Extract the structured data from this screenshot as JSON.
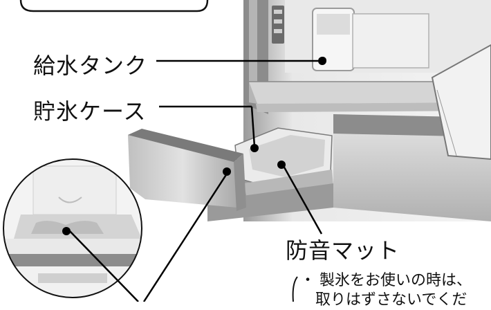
{
  "labels": {
    "water_tank": "給水タンク",
    "ice_case": "貯氷ケース",
    "soundproof_mat": "防音マット"
  },
  "note": {
    "bullet": "・",
    "line1": "製氷をお使いの時は、",
    "line2": "取りはずさないでくだ"
  },
  "colors": {
    "fridge_interior": "#d9d9d9",
    "drawer_gray": "#8a8a8a",
    "line": "#000000"
  }
}
